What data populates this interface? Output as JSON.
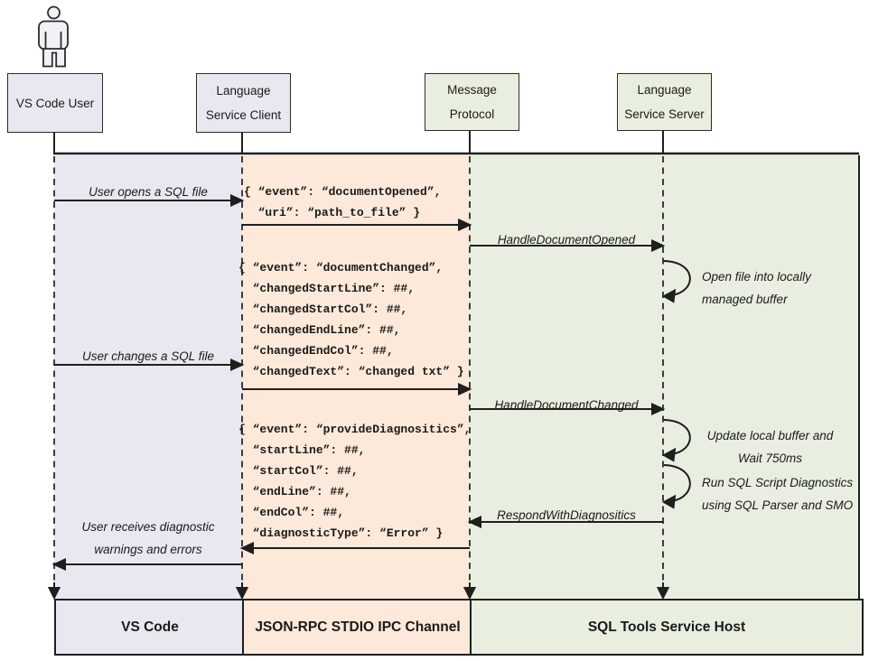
{
  "diagram_title": "VS Code SQL Tools language service sequence diagram",
  "colors": {
    "lane_vscode": "#e9e8f1",
    "lane_ipc": "#fce9d9",
    "lane_host": "#e8efde",
    "line": "#1f1f1f",
    "background": "#ffffff"
  },
  "actors": {
    "user": {
      "line1": "VS Code User"
    },
    "client": {
      "line1": "Language",
      "line2": "Service Client"
    },
    "protocol": {
      "line1": "Message",
      "line2": "Protocol"
    },
    "server": {
      "line1": "Language",
      "line2": "Service Server"
    }
  },
  "messages": {
    "open_file": "User opens a SQL file",
    "change_file": "User changes a SQL file",
    "receive_line1": "User receives diagnostic",
    "receive_line2": "warnings and errors",
    "handle_opened": "HandleDocumentOpened",
    "handle_changed": "HandleDocumentChanged",
    "respond": "RespondWithDiagnositics"
  },
  "notes": {
    "loop1_line1": "Open file into locally",
    "loop1_line2": "managed buffer",
    "loop2_line1": "Update local buffer and",
    "loop2_line2": "Wait 750ms",
    "loop3_line1": "Run SQL Script Diagnostics",
    "loop3_line2": "using SQL Parser and SMO"
  },
  "json_payloads": {
    "opened": [
      "{ “event”: “documentOpened”,",
      "  “uri”: “path_to_file” }"
    ],
    "changed": [
      "{ “event”: “documentChanged”,",
      "  “changedStartLine”: ##,",
      "  “changedStartCol”: ##,",
      "  “changedEndLine”: ##,",
      "  “changedEndCol”: ##,",
      "  “changedText”: “changed txt” }"
    ],
    "diagnostics": [
      "{ “event”: “provideDiagnositics”,",
      "  “startLine”: ##,",
      "  “startCol”: ##,",
      "  “endLine”: ##,",
      "  “endCol”: ##,",
      "  “diagnosticType”: “Error” }"
    ]
  },
  "footers": {
    "vscode": "VS Code",
    "ipc": "JSON-RPC STDIO IPC Channel",
    "host": "SQL Tools Service Host"
  }
}
